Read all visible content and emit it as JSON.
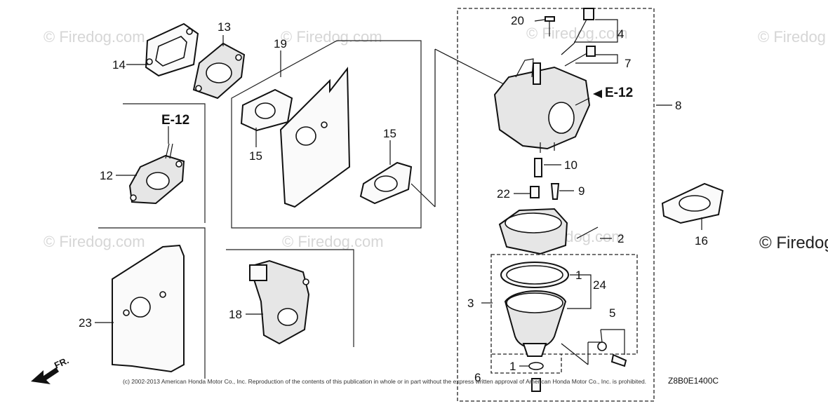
{
  "watermark": "© Firedog.com",
  "watermark_edge": "© Firedog",
  "footer": {
    "copyright": "(c) 2002-2013 American Honda Motor Co., Inc. Reproduction of the contents of this publication in whole or in part without the express written approval of American Honda Motor Co., Inc. is prohibited.",
    "diagram_code": "Z8B0E1400C"
  },
  "direction_label": "FR.",
  "reference_label": "E-12",
  "callouts": {
    "c1a": "1",
    "c1b": "1",
    "c2": "2",
    "c3": "3",
    "c4": "4",
    "c5": "5",
    "c6": "6",
    "c7": "7",
    "c8": "8",
    "c9": "9",
    "c10": "10",
    "c12": "12",
    "c13": "13",
    "c14": "14",
    "c15a": "15",
    "c15b": "15",
    "c16": "16",
    "c18": "18",
    "c19": "19",
    "c20": "20",
    "c22": "22",
    "c23": "23",
    "c24": "24"
  }
}
